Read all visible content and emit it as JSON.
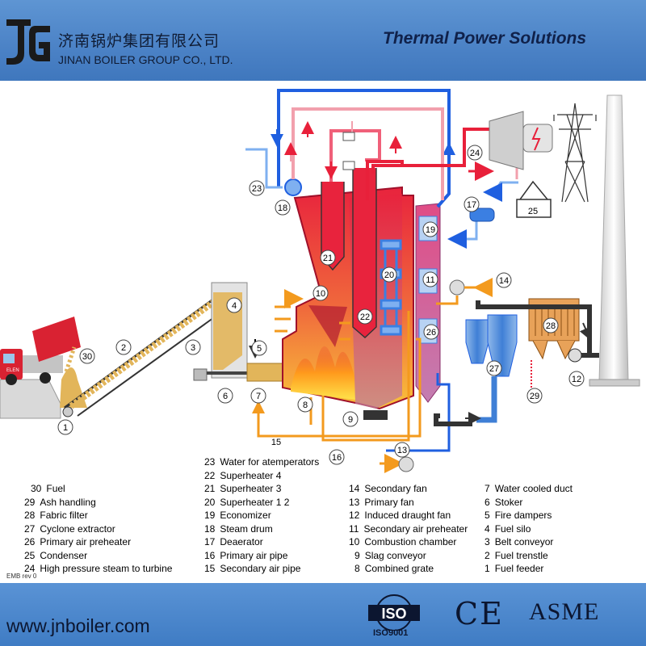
{
  "header": {
    "company_cn": "济南锅炉集团有限公司",
    "company_en": "JINAN BOILER GROUP CO., LTD.",
    "tagline": "Thermal Power Solutions"
  },
  "diagram": {
    "callouts": [
      "1",
      "2",
      "3",
      "4",
      "5",
      "6",
      "7",
      "8",
      "9",
      "10",
      "11",
      "12",
      "13",
      "14",
      "15",
      "16",
      "17",
      "18",
      "19",
      "20",
      "21",
      "22",
      "23",
      "24",
      "25",
      "26",
      "27",
      "28",
      "29",
      "30"
    ],
    "truck_text": "ELEN"
  },
  "legend": {
    "col1": [
      {
        "num": "30",
        "label": "Fuel"
      },
      {
        "num": "29",
        "label": "Ash handling"
      },
      {
        "num": "28",
        "label": "Fabric filter"
      },
      {
        "num": "27",
        "label": "Cyclone extractor"
      },
      {
        "num": "26",
        "label": "Primary air preheater"
      },
      {
        "num": "25",
        "label": "Condenser"
      },
      {
        "num": "24",
        "label": "High pressure steam to turbine"
      }
    ],
    "col2": [
      {
        "num": "23",
        "label": "Water for atemperators"
      },
      {
        "num": "22",
        "label": "Superheater 4"
      },
      {
        "num": "21",
        "label": "Superheater 3"
      },
      {
        "num": "20",
        "label": "Superheater 1  2"
      },
      {
        "num": "19",
        "label": "Economizer"
      },
      {
        "num": "18",
        "label": "Steam drum"
      },
      {
        "num": "17",
        "label": "Deaerator"
      },
      {
        "num": "16",
        "label": "Primary air pipe"
      },
      {
        "num": "15",
        "label": "Secondary air pipe"
      }
    ],
    "col3": [
      {
        "num": "14",
        "label": "Secondary fan"
      },
      {
        "num": "13",
        "label": "Primary fan"
      },
      {
        "num": "12",
        "label": "Induced draught fan"
      },
      {
        "num": "11",
        "label": "Secondary air preheater"
      },
      {
        "num": "10",
        "label": "Combustion chamber"
      },
      {
        "num": "9",
        "label": "Slag conveyor"
      },
      {
        "num": "8",
        "label": "Combined grate"
      }
    ],
    "col4": [
      {
        "num": "7",
        "label": "Water cooled duct"
      },
      {
        "num": "6",
        "label": "Stoker"
      },
      {
        "num": "5",
        "label": "Fire dampers"
      },
      {
        "num": "4",
        "label": "Fuel silo"
      },
      {
        "num": "3",
        "label": "Belt conveyor"
      },
      {
        "num": "2",
        "label": "Fuel trenstle"
      },
      {
        "num": "1",
        "label": "Fuel feeder"
      }
    ],
    "revision": "EMB rev 0"
  },
  "footer": {
    "website": "www.jnboiler.com",
    "iso_text": "ISO",
    "iso_sub": "ISO9001",
    "ce_text": "CE",
    "asme_text": "ASME"
  },
  "colors": {
    "header_blue": "#4b82c6",
    "water_blue": "#1f5fe0",
    "steam_red": "#e8203a",
    "air_orange": "#f39a1e",
    "ash_dark": "#333333"
  }
}
